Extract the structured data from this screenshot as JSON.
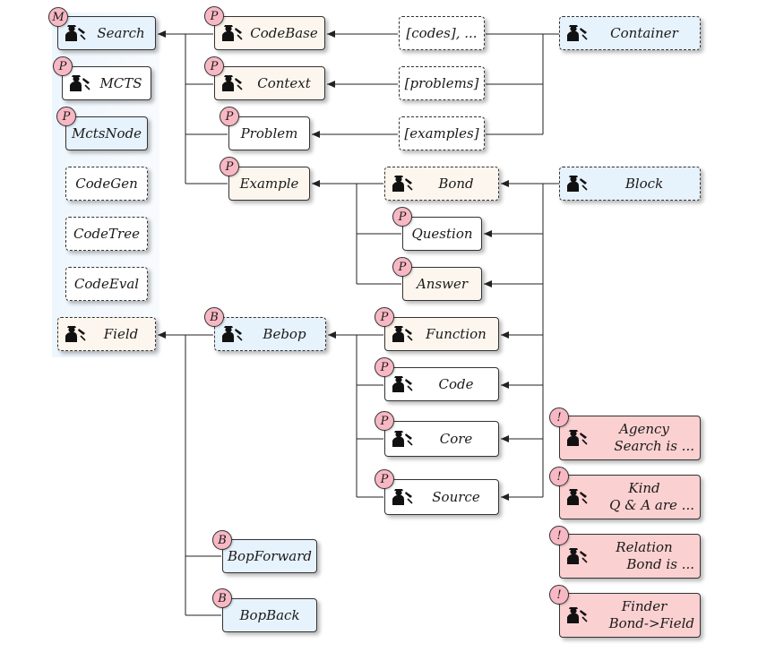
{
  "nodes": {
    "search": {
      "label": "Search",
      "badge": "M"
    },
    "mcts": {
      "label": "MCTS",
      "badge": "P"
    },
    "mctsnode": {
      "label": "MctsNode",
      "badge": "P"
    },
    "codegen": {
      "label": "CodeGen"
    },
    "codetree": {
      "label": "CodeTree"
    },
    "codeeval": {
      "label": "CodeEval"
    },
    "field": {
      "label": "Field"
    },
    "codebase": {
      "label": "CodeBase",
      "badge": "P"
    },
    "context": {
      "label": "Context",
      "badge": "P"
    },
    "problem": {
      "label": "Problem",
      "badge": "P"
    },
    "example": {
      "label": "Example",
      "badge": "P"
    },
    "codes": {
      "label": "[codes], ..."
    },
    "problems": {
      "label": "[problems]"
    },
    "examples": {
      "label": "[examples]"
    },
    "container": {
      "label": "Container"
    },
    "bond": {
      "label": "Bond"
    },
    "block": {
      "label": "Block"
    },
    "question": {
      "label": "Question",
      "badge": "P"
    },
    "answer": {
      "label": "Answer",
      "badge": "P"
    },
    "bebop": {
      "label": "Bebop",
      "badge": "B"
    },
    "function": {
      "label": "Function",
      "badge": "P"
    },
    "code": {
      "label": "Code",
      "badge": "P"
    },
    "core": {
      "label": "Core",
      "badge": "P"
    },
    "source": {
      "label": "Source",
      "badge": "P"
    },
    "bopforward": {
      "label": "BopForward",
      "badge": "B"
    },
    "bopback": {
      "label": "BopBack",
      "badge": "B"
    },
    "agency": {
      "line1": "Agency",
      "line2": "Search is ...",
      "badge": "!"
    },
    "kind": {
      "line1": "Kind",
      "line2": "Q & A are ...",
      "badge": "!"
    },
    "relation": {
      "line1": "Relation",
      "line2": "Bond is ...",
      "badge": "!"
    },
    "finder": {
      "line1": "Finder",
      "line2": "Bond->Field",
      "badge": "!"
    }
  },
  "colors": {
    "blue_fill": "#e6f2fc",
    "cream_fill": "#fdf6ee",
    "pink_fill": "#fbd0d0",
    "badge_fill": "#f7b8c4",
    "line": "#222222"
  },
  "icon_semantic": "spy-icon"
}
